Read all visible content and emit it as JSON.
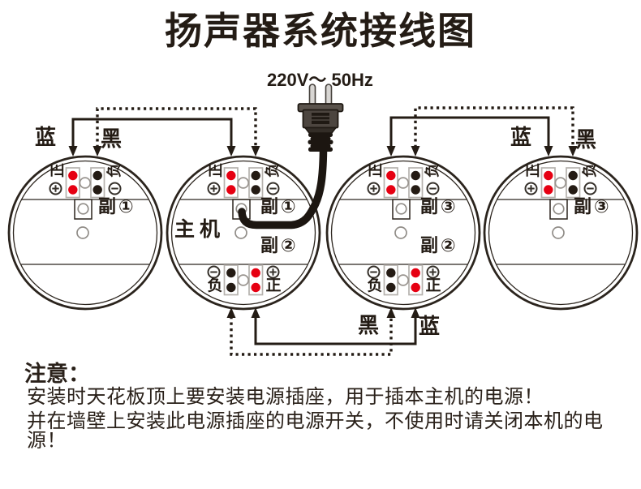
{
  "title": "扬声器系统接线图",
  "power": {
    "label": "220V～ 50Hz"
  },
  "wire_labels": {
    "top_left_blue": "蓝",
    "top_left_black": "黑",
    "top_right_blue": "蓝",
    "top_right_black": "黑",
    "bottom_black": "黑",
    "bottom_blue": "蓝"
  },
  "speakers": [
    {
      "id": "speaker-1",
      "terminals": {
        "top_pos": "正",
        "top_neg": "负"
      },
      "labels": {
        "sub": "副①"
      }
    },
    {
      "id": "main-unit",
      "terminals": {
        "top_pos": "正",
        "top_neg": "负",
        "bottom_pos": "正",
        "bottom_neg": "负"
      },
      "labels": {
        "main": "主机",
        "sub": "副①",
        "sub2": "副②"
      }
    },
    {
      "id": "speaker-3",
      "terminals": {
        "top_pos": "正",
        "top_neg": "负",
        "bottom_pos": "正",
        "bottom_neg": "负"
      },
      "labels": {
        "sub": "副③",
        "sub2": "副②"
      }
    },
    {
      "id": "speaker-4",
      "terminals": {
        "top_pos": "正",
        "top_neg": "负"
      },
      "labels": {
        "sub": "副③"
      }
    }
  ],
  "note": {
    "heading": "注意：",
    "line1": "安装时天花板顶上要安装电源插座，用于插本主机的电源！",
    "line2": "并在墙壁上安装此电源插座的电源开关，不使用时请关闭本机的电源！"
  },
  "colors": {
    "ink": "#241c15",
    "red_terminal": "#e60012",
    "black_terminal": "#241b14"
  }
}
